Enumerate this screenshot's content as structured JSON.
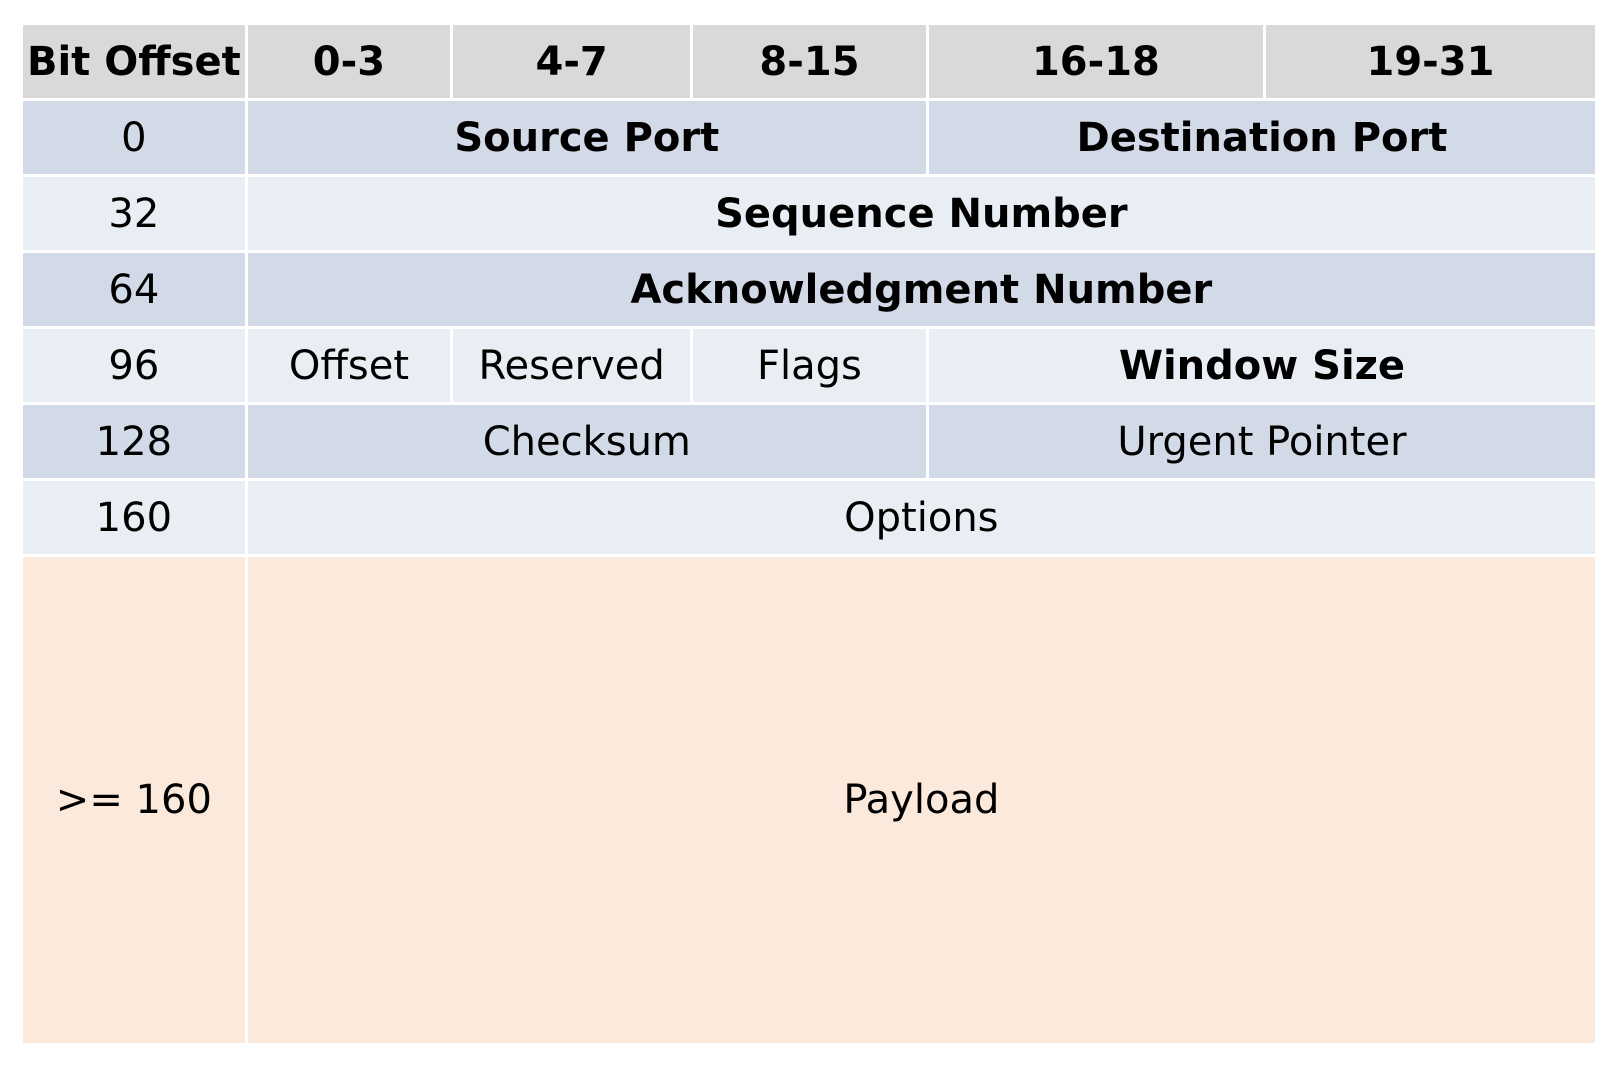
{
  "columns": [
    "Bit Offset",
    "0-3",
    "4-7",
    "8-15",
    "16-18",
    "19-31"
  ],
  "rows": [
    {
      "offset": "0",
      "fields": [
        "Source Port",
        "Destination Port"
      ]
    },
    {
      "offset": "32",
      "fields": [
        "Sequence Number"
      ]
    },
    {
      "offset": "64",
      "fields": [
        "Acknowledgment Number"
      ]
    },
    {
      "offset": "96",
      "fields": [
        "Offset",
        "Reserved",
        "Flags",
        "Window Size"
      ]
    },
    {
      "offset": "128",
      "fields": [
        "Checksum",
        "Urgent Pointer"
      ]
    },
    {
      "offset": "160",
      "fields": [
        "Options"
      ]
    },
    {
      "offset": ">= 160",
      "fields": [
        "Payload"
      ]
    }
  ],
  "colors": {
    "header_bg": "#d9d9d9",
    "row_dark_bg": "#d2d9e7",
    "row_light_bg": "#e9edf4",
    "payload_bg": "#fbe9dc",
    "grid_line": "#ffffff"
  }
}
